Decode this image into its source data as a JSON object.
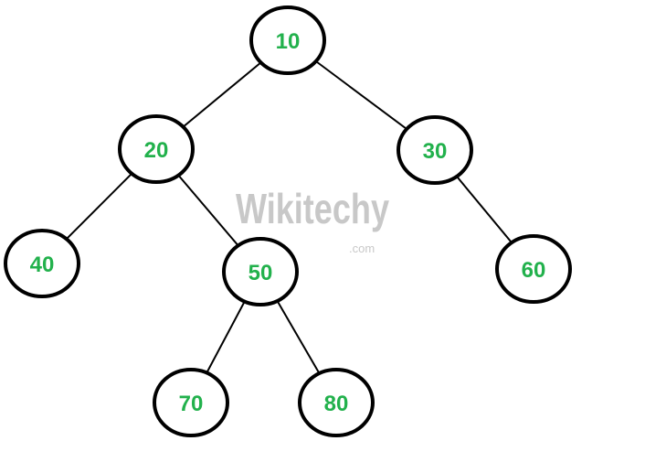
{
  "title": "Binary tree",
  "watermark": {
    "name": "Wikitechy",
    "suffix": ".com"
  },
  "nodes": [
    {
      "id": "10",
      "label": "10"
    },
    {
      "id": "20",
      "label": "20"
    },
    {
      "id": "30",
      "label": "30"
    },
    {
      "id": "40",
      "label": "40"
    },
    {
      "id": "50",
      "label": "50"
    },
    {
      "id": "60",
      "label": "60"
    },
    {
      "id": "70",
      "label": "70"
    },
    {
      "id": "80",
      "label": "80"
    }
  ],
  "edges": [
    [
      "10",
      "20"
    ],
    [
      "10",
      "30"
    ],
    [
      "20",
      "40"
    ],
    [
      "20",
      "50"
    ],
    [
      "30",
      "60"
    ],
    [
      "50",
      "70"
    ],
    [
      "50",
      "80"
    ]
  ],
  "colors": {
    "label": "#22b14c",
    "stroke": "#000000",
    "watermark": "#c8c8c8"
  }
}
